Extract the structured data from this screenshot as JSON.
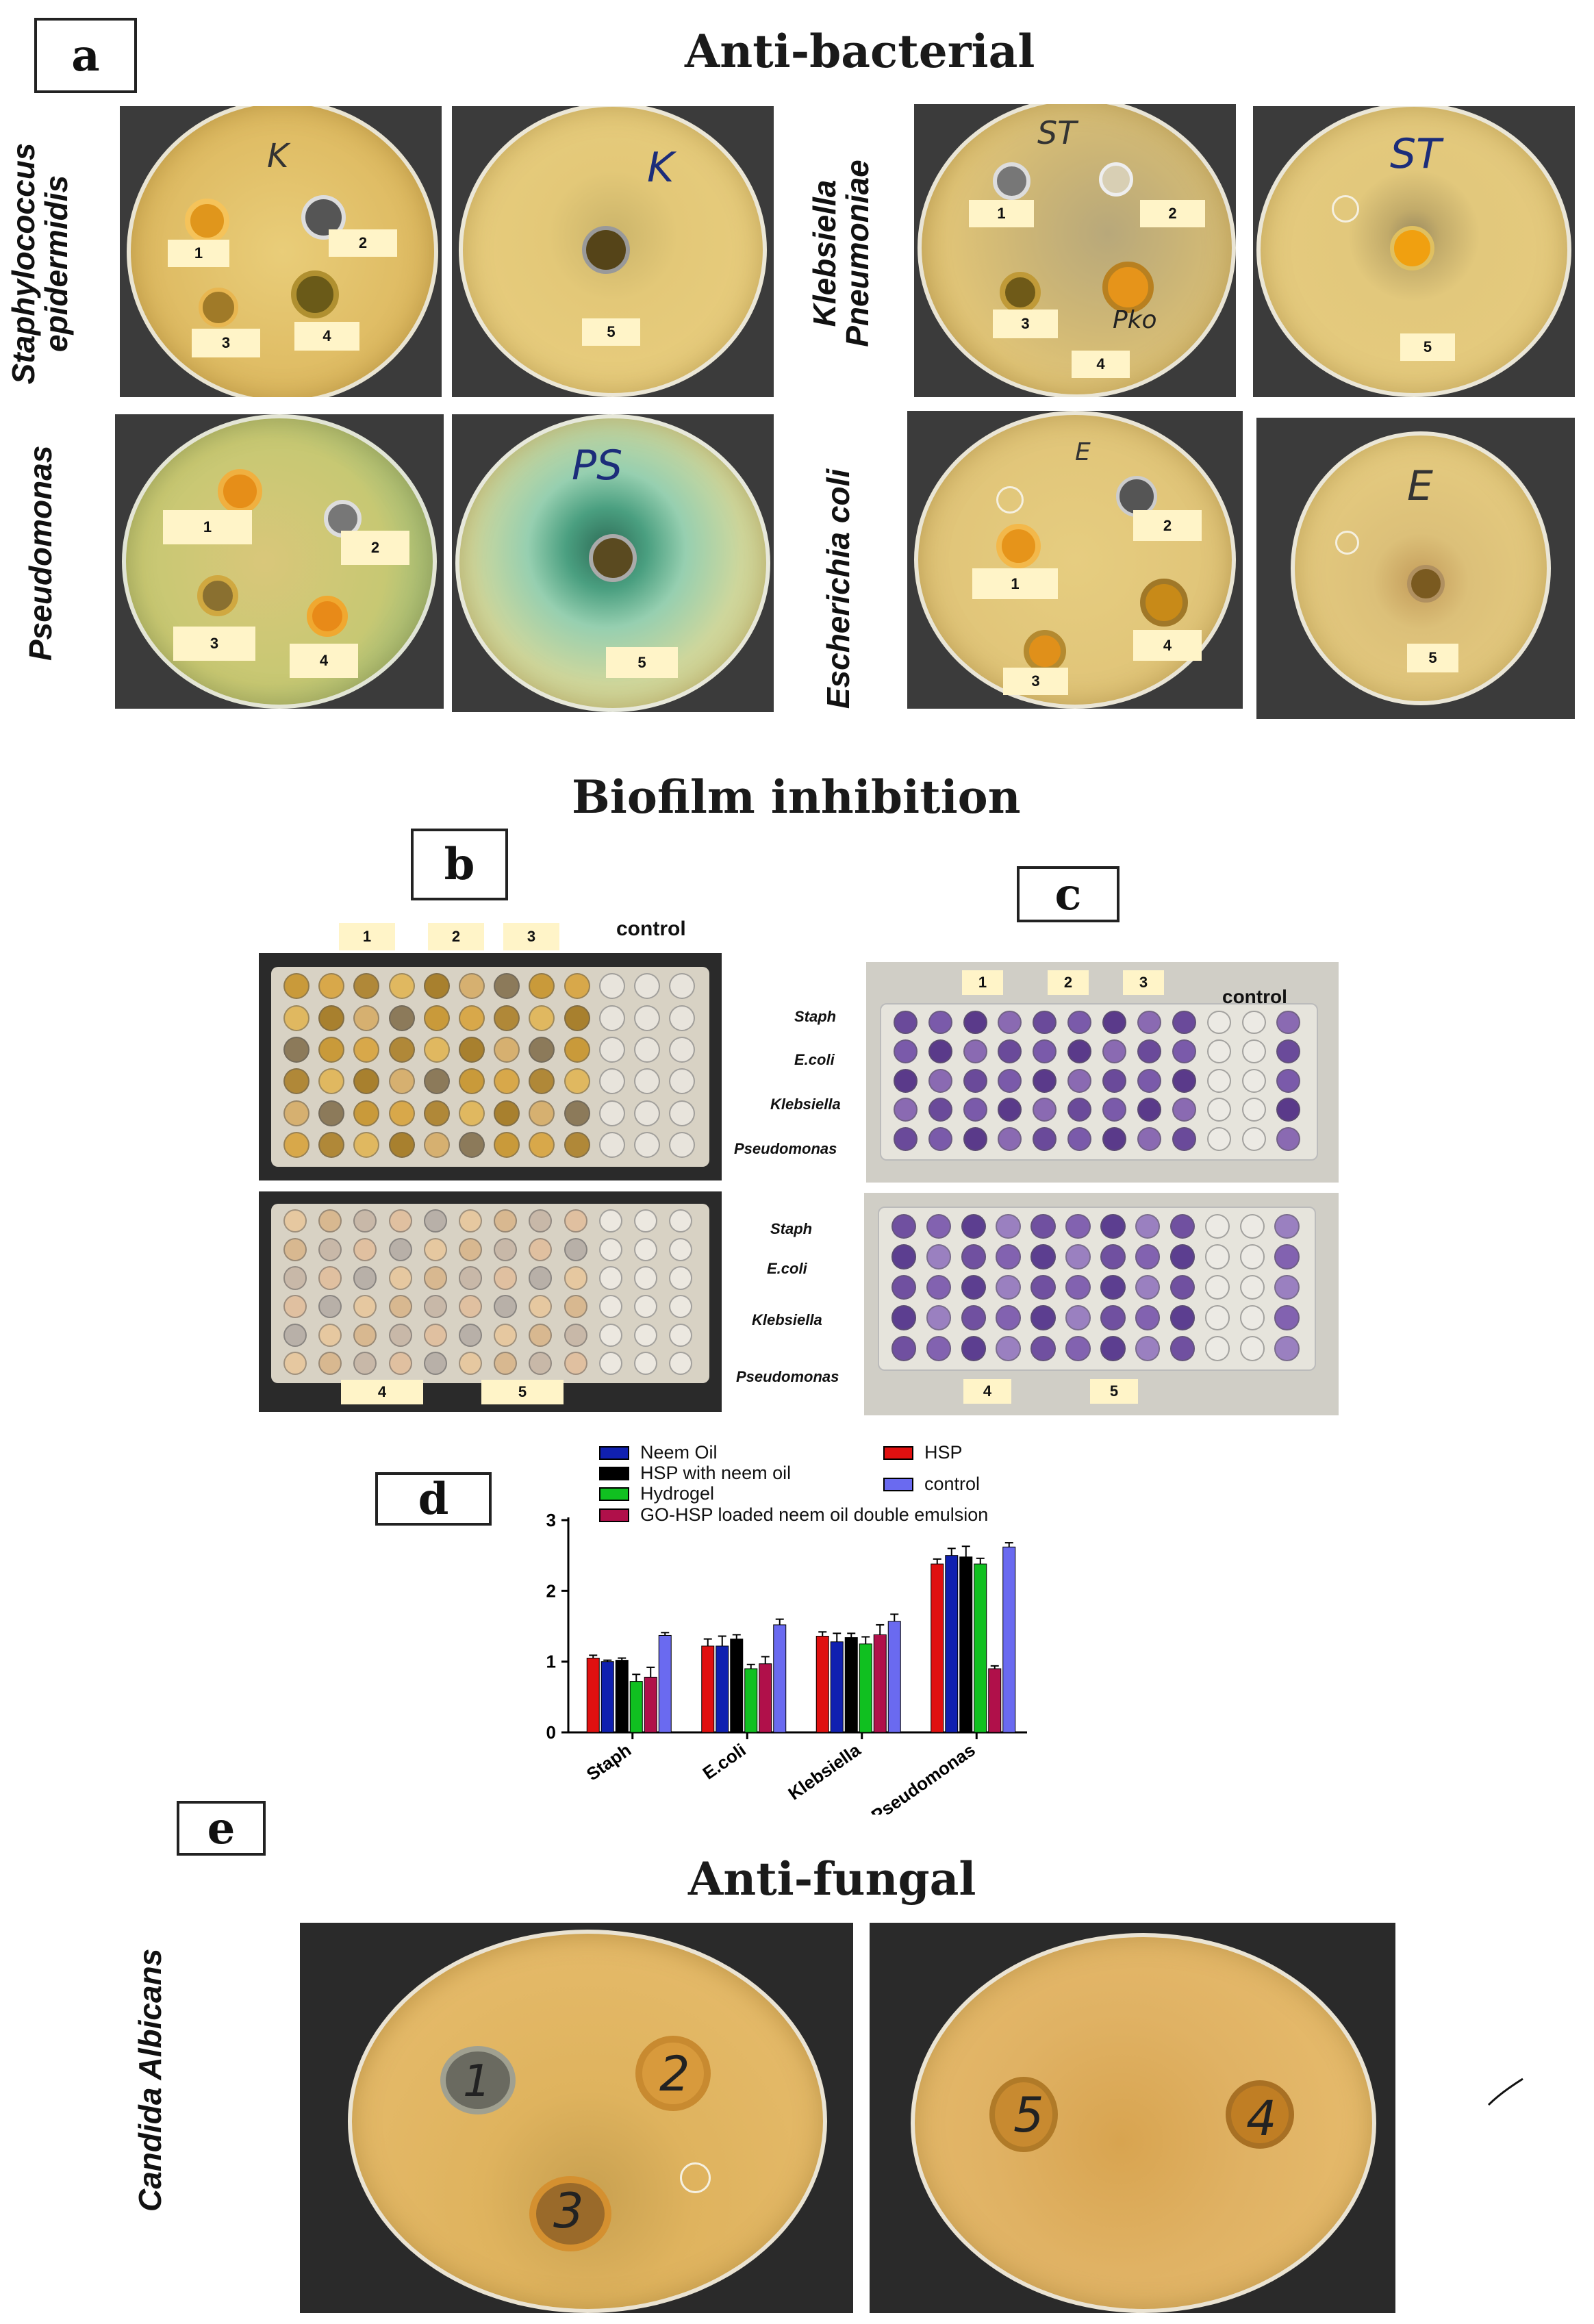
{
  "header_a": {
    "label": "a",
    "title": "Anti-bacterial"
  },
  "species": {
    "staph": "Staphylococcus\nepidermidis",
    "kleb": "Klebsiella\nPneumoniae",
    "pseudo": "Pseudomonas",
    "ecoli": "Escherichia coli"
  },
  "plate_marks": {
    "k": "K",
    "st": "ST",
    "ps": "PS",
    "e": "E",
    "pko": "Pko"
  },
  "tags": {
    "t1": "1",
    "t2": "2",
    "t3": "3",
    "t4": "4",
    "t5": "5"
  },
  "biofilm": {
    "title": "Biofilm inhibition",
    "label_b": "b",
    "label_c": "c",
    "control": "control",
    "rows": [
      "Staph",
      "E.coli",
      "Klebsiella",
      "Pseudomonas"
    ]
  },
  "header_d": {
    "label": "d"
  },
  "header_e": {
    "label": "e",
    "title": "Anti-fungal",
    "species": "Candida Albicans"
  },
  "fungal_marks": {
    "m1": "1",
    "m2": "2",
    "m3": "3",
    "m4": "4",
    "m5": "5"
  },
  "colors": {
    "neem_oil": "#1020b0",
    "hsp": "#e01010",
    "hsp_neem": "#000000",
    "hydrogel": "#10c020",
    "go_hsp": "#b0104a",
    "control": "#6a6af0"
  },
  "chart_data": {
    "type": "bar",
    "categories": [
      "Staph",
      "E.coli",
      "Klebsiella",
      "Pseudomonas"
    ],
    "ylim": [
      0,
      3
    ],
    "yticks": [
      "0",
      "1",
      "2",
      "3"
    ],
    "title": "",
    "xlabel": "",
    "ylabel": "",
    "legend_placement": "top",
    "series": [
      {
        "name": "HSP",
        "color": "#e01010",
        "values": [
          1.05,
          1.22,
          1.36,
          2.38
        ],
        "errors": [
          0.04,
          0.1,
          0.06,
          0.07
        ]
      },
      {
        "name": "Neem Oil",
        "color": "#1020b0",
        "values": [
          1.0,
          1.22,
          1.28,
          2.5
        ],
        "errors": [
          0.02,
          0.14,
          0.12,
          0.1
        ]
      },
      {
        "name": "HSP with neem oil",
        "color": "#000000",
        "values": [
          1.02,
          1.32,
          1.34,
          2.48
        ],
        "errors": [
          0.03,
          0.06,
          0.06,
          0.15
        ]
      },
      {
        "name": "Hydrogel",
        "color": "#10c020",
        "values": [
          0.72,
          0.9,
          1.25,
          2.38
        ],
        "errors": [
          0.1,
          0.06,
          0.1,
          0.08
        ]
      },
      {
        "name": "GO-HSP loaded neem oil double emulsion",
        "color": "#b0104a",
        "values": [
          0.78,
          0.97,
          1.38,
          0.9
        ],
        "errors": [
          0.14,
          0.1,
          0.14,
          0.04
        ]
      },
      {
        "name": "control",
        "color": "#6a6af0",
        "values": [
          1.37,
          1.52,
          1.57,
          2.62
        ],
        "errors": [
          0.04,
          0.08,
          0.1,
          0.06
        ]
      }
    ]
  }
}
